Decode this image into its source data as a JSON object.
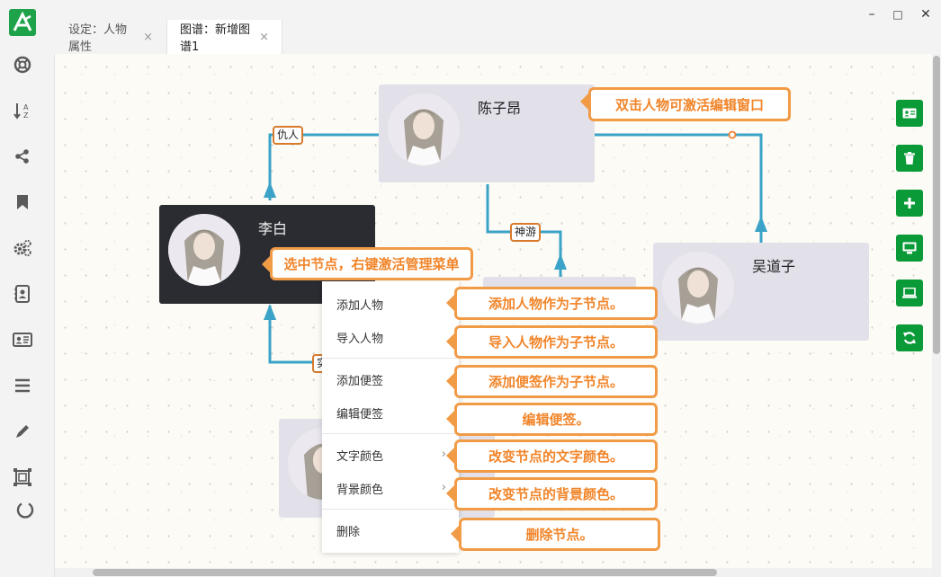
{
  "app": {
    "logo_letter": "A",
    "brand_color": "#1fa34a"
  },
  "sidebar": {
    "icons": [
      "lifebuoy-icon",
      "sort-az-icon",
      "share-icon",
      "bookmark-icon",
      "gears-icon",
      "contact-book-icon",
      "id-card-icon",
      "menu-lines-icon",
      "pencil-icon",
      "frame-icon",
      "power-icon"
    ]
  },
  "tabs": [
    {
      "label": "设定：人物属性",
      "close": "×",
      "active": false
    },
    {
      "label": "图谱：新增图谱1",
      "close": "×",
      "active": true
    }
  ],
  "window_controls": {
    "minimize": "–",
    "maximize": "□",
    "close": "✕"
  },
  "graph": {
    "nodes": [
      {
        "name": "陈子昂",
        "selected": false
      },
      {
        "name": "李白",
        "selected": true
      },
      {
        "name": "吴道子",
        "selected": false
      }
    ],
    "edges": [
      {
        "label": "仇人"
      },
      {
        "label": "神游"
      },
      {
        "label": "实"
      }
    ],
    "edge_color": "#3aa3c7"
  },
  "context_menu": {
    "items": [
      "添加人物",
      "导入人物",
      "添加便签",
      "编辑便签",
      "文字颜色",
      "背景颜色",
      "删除"
    ],
    "submenu_arrow": "›"
  },
  "callouts": [
    "双击人物可激活编辑窗口",
    "选中节点，右键激活管理菜单",
    "添加人物作为子节点。",
    "导入人物作为子节点。",
    "添加便签作为子节点。",
    "编辑便签。",
    "改变节点的文字颜色。",
    "改变节点的背景颜色。",
    "删除节点。"
  ],
  "callout_color": "#f19b47",
  "right_toolbar": {
    "color": "#0b9a38",
    "icons": [
      "id-card-icon",
      "trash-icon",
      "add-icon",
      "monitor-icon",
      "laptop-icon",
      "refresh-icon"
    ]
  }
}
